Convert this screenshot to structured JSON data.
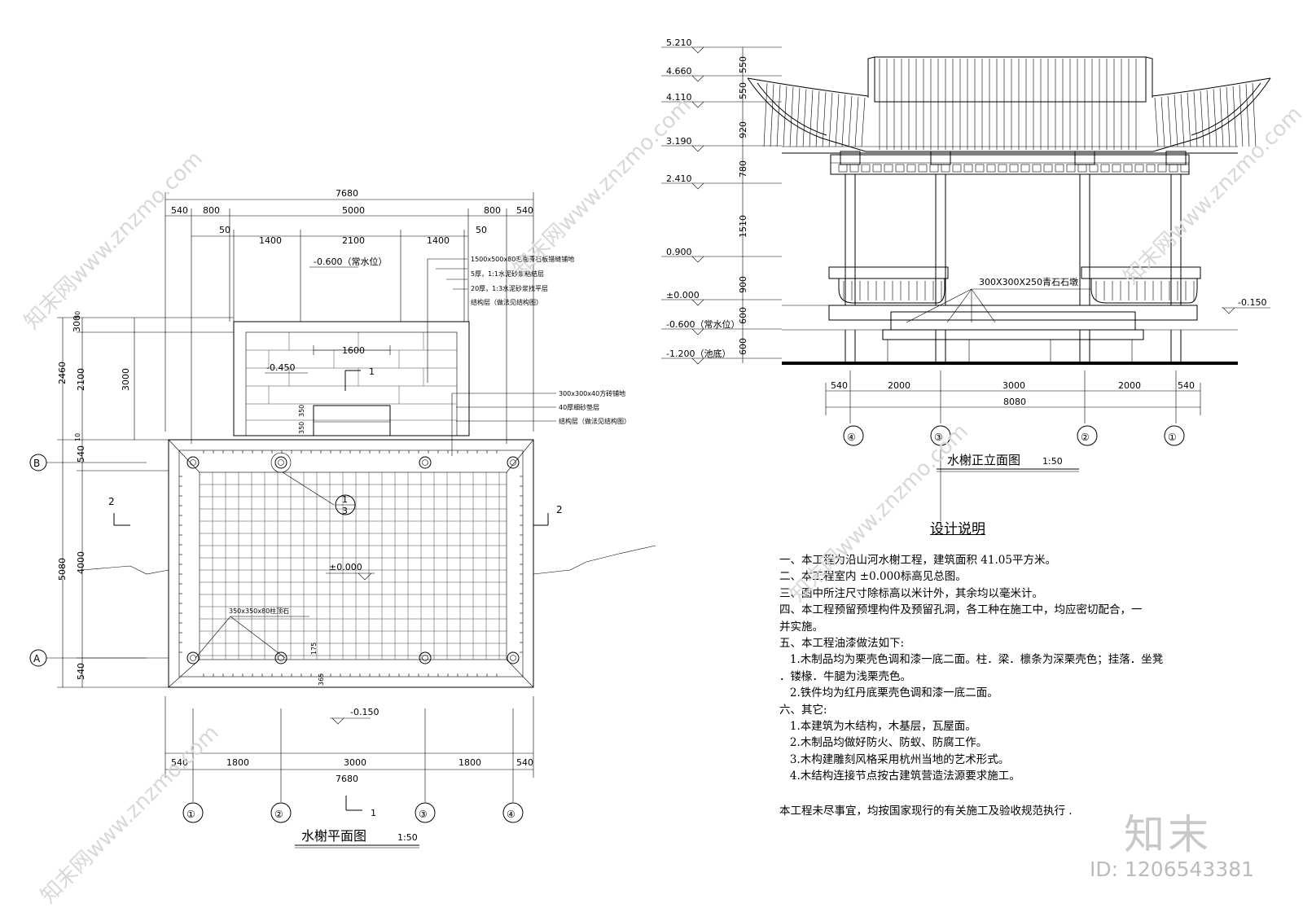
{
  "plan": {
    "title": "水榭平面图",
    "scale": "1:50",
    "top_dims": {
      "overall": "7680",
      "row1": [
        "540",
        "800",
        "5000",
        "800",
        "540"
      ],
      "row2": [
        "50",
        "1400",
        "2100",
        "1400",
        "50"
      ]
    },
    "bottom_dims": {
      "row1": [
        "540",
        "1800",
        "3000",
        "1800",
        "540"
      ],
      "overall": "7680"
    },
    "left_dims": {
      "outer": [
        "2460",
        "5080"
      ],
      "middle": [
        "300",
        "50",
        "2100",
        "10",
        "540",
        "4000",
        "540"
      ],
      "inner": [
        "3000"
      ]
    },
    "levels": {
      "water": "-0.600（常水位）",
      "step": "-0.450",
      "floor": "±0.000",
      "outside": "-0.150"
    },
    "annotations": {
      "stair_finish": [
        "1500x500x80毛面青石板错缝铺地",
        "5厚，1:1水泥砂浆粘结层",
        "20厚，1:3水泥砂浆找平层",
        "结构层（做法见结构图）"
      ],
      "floor_finish": [
        "300x300x40方砖铺地",
        "40厚细砂垫层",
        "结构层（做法见结构图）"
      ],
      "column_base": "350x350x80柱顶石",
      "step_width": "1600",
      "step_dims": [
        "350",
        "350"
      ],
      "post_dims": [
        "175",
        "365"
      ]
    },
    "axes_x": [
      "①",
      "②",
      "③",
      "④"
    ],
    "axes_y": [
      "B",
      "A"
    ],
    "section_mark": "1",
    "section_side": "2",
    "detail_mark_top": "1",
    "detail_mark_bottom": "3"
  },
  "elevation": {
    "title": "水榭正立面图",
    "scale": "1:50",
    "levels": [
      "5.210",
      "4.660",
      "4.110",
      "3.190",
      "2.410",
      "0.900",
      "±0.000",
      "-0.600（常水位）",
      "-1.200（池底）"
    ],
    "level_right": "-0.150",
    "vert_dims": [
      "550",
      "550",
      "920",
      "780",
      "1510",
      "900",
      "600",
      "600"
    ],
    "bottom_dims": [
      "540",
      "2000",
      "3000",
      "2000",
      "540"
    ],
    "overall": "8080",
    "axes": [
      "④",
      "③",
      "②",
      "①"
    ],
    "base_note": "300X300X250青石石墩"
  },
  "notes": {
    "title": "设计说明",
    "lines": [
      "一、本工程为沿山河水榭工程，建筑面积 41.05平方米。",
      "二、本工程室内 ±0.000标高见总图。",
      "三、图中所注尺寸除标高以米计外，其余均以毫米计。",
      "四、本工程预留预埋构件及预留孔洞，各工种在施工中，均应密切配合，一",
      "并实施。",
      "五、本工程油漆做法如下:",
      "   1.木制品均为栗壳色调和漆一底二面。柱．梁．檩条为深栗壳色；挂落．坐凳",
      "．镂椽．牛腿为浅栗壳色。",
      "   2.铁件均为红丹底栗壳色调和漆一底二面。",
      "六、其它:",
      "   1.本建筑为木结构，木基层，瓦屋面。",
      "   2.木制品均做好防火、防蚁、防腐工作。",
      "   3.木构建雕刻风格采用杭州当地的艺术形式。",
      "   4.木结构连接节点按古建筑营造法源要求施工。"
    ],
    "footer": "本工程未尽事宜，均按国家现行的有关施工及验收规范执行 ."
  },
  "watermark": {
    "brand": "知末",
    "id": "ID: 1206543381",
    "site": "知末网www.znzmo.com"
  }
}
